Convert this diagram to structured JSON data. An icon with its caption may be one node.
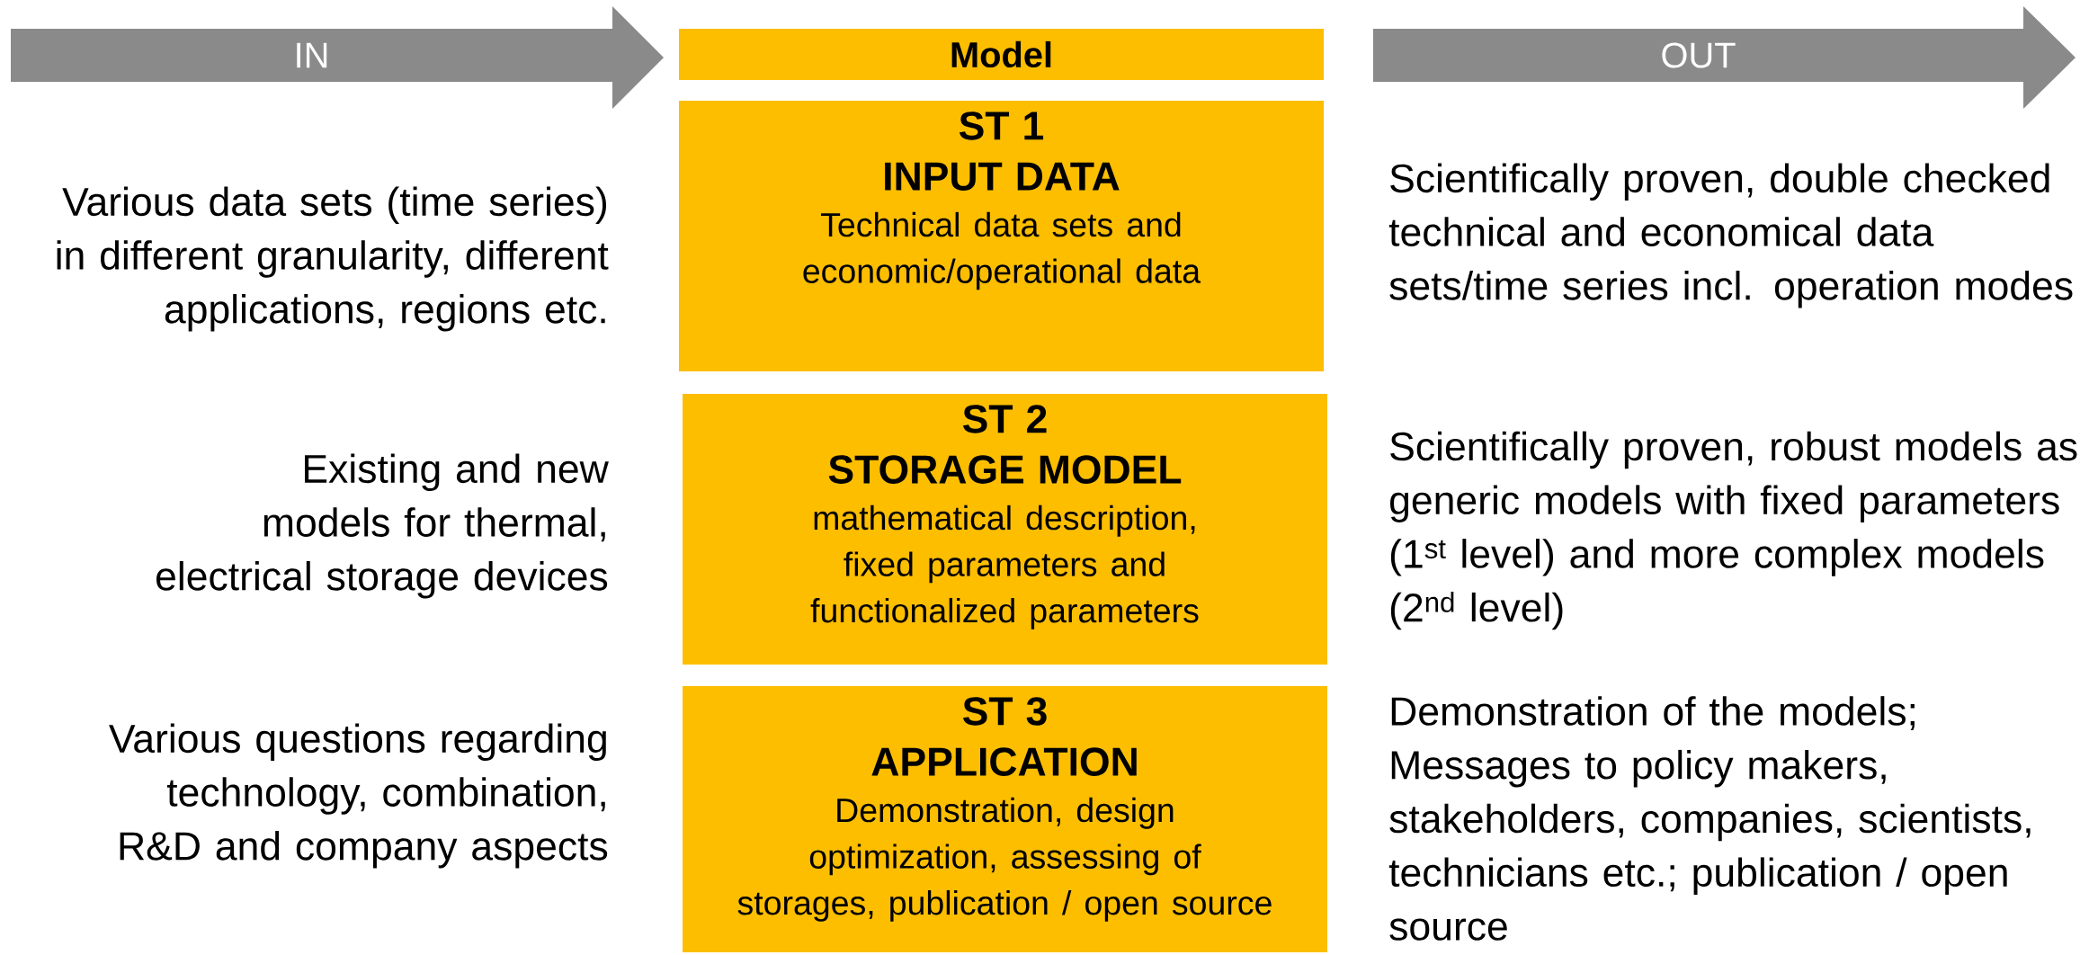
{
  "diagram": {
    "nodes": [
      {
        "text": [
          "IN"
        ]
      },
      {
        "text": [
          "Model"
        ]
      },
      {
        "text": [
          "OUT"
        ]
      },
      {
        "text": [
          "ST 1",
          "INPUT DATA",
          "Technical data sets and economic/operational data"
        ]
      },
      {
        "text": [
          "ST 2",
          "STORAGE MODEL",
          "mathematical description, fixed parameters and functionalized parameters"
        ]
      },
      {
        "text": [
          "ST 3",
          "APPLICATION",
          "Demonstration, design optimization, assessing of storages, publication / open source"
        ]
      }
    ],
    "labels": [
      "Various data sets (time series) in different granularity, different applications, regions etc.",
      "Scientifically proven, double checked technical and economical data sets/time series incl. operation modes",
      "Existing and new models for thermal, electrical storage devices",
      "Scientifically proven, robust models as generic models with fixed parameters (1$^{st}$ level) and more complex models (2$^{nd}$ level)",
      "Various questions regarding technology, combination, R&D and company aspects",
      "Demonstration of the models; Messages to policy makers, stakeholders, companies, scientists, technicians  etc.; publication / open source"
    ]
  }
}
